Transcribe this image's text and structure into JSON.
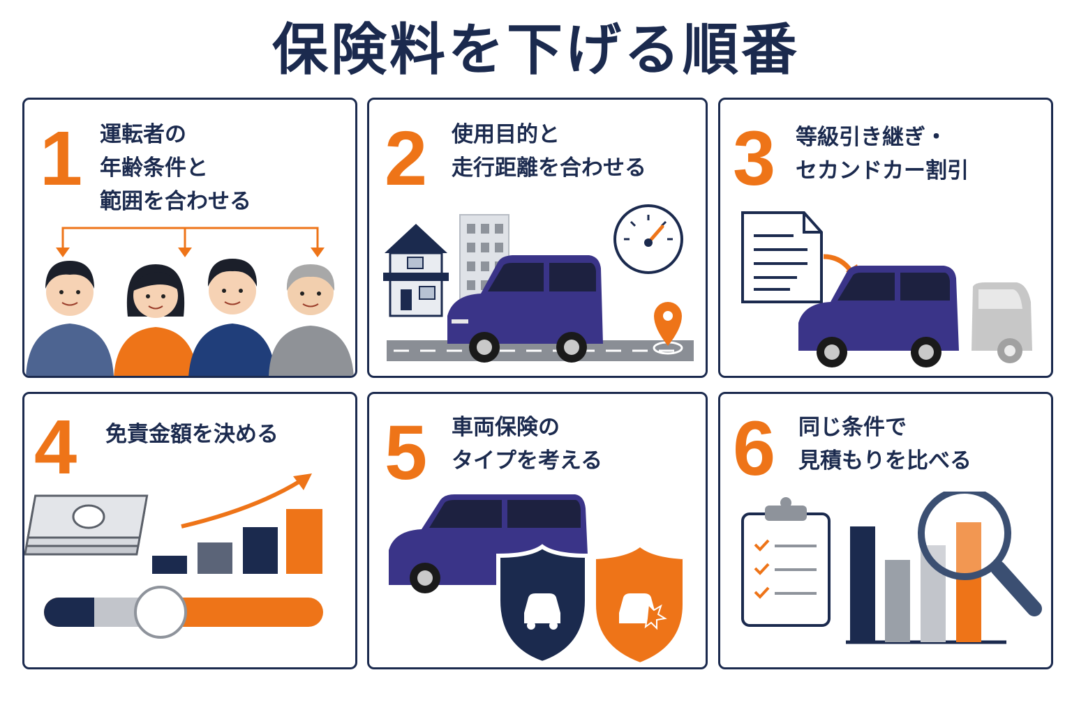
{
  "title": "保険料を下げる順番",
  "colors": {
    "navy": "#1b2a4e",
    "orange": "#ee7418",
    "gray": "#9aa0a8",
    "car": "#3a3488"
  },
  "steps": [
    {
      "number": "1",
      "lines": [
        "運転者の",
        "年齢条件と",
        "範囲を合わせる"
      ],
      "icons": [
        "arrow-down-icon",
        "person-icon"
      ]
    },
    {
      "number": "2",
      "lines": [
        "使用目的と",
        "走行距離を合わせる"
      ],
      "icons": [
        "house-icon",
        "building-icon",
        "speedometer-icon",
        "location-pin-icon",
        "car-icon"
      ]
    },
    {
      "number": "3",
      "lines": [
        "等級引き継ぎ・",
        "セカンドカー割引"
      ],
      "icons": [
        "document-icon",
        "arrow-icon",
        "car-icon"
      ]
    },
    {
      "number": "4",
      "lines": [
        "免責金額を決める"
      ],
      "icons": [
        "money-stack-icon",
        "bar-chart-icon",
        "slider-icon"
      ]
    },
    {
      "number": "5",
      "lines": [
        "車両保険の",
        "タイプを考える"
      ],
      "icons": [
        "car-icon",
        "shield-car-icon",
        "shield-accident-icon"
      ]
    },
    {
      "number": "6",
      "lines": [
        "同じ条件で",
        "見積もりを比べる"
      ],
      "icons": [
        "clipboard-checklist-icon",
        "bar-chart-icon",
        "magnifier-icon"
      ]
    }
  ]
}
